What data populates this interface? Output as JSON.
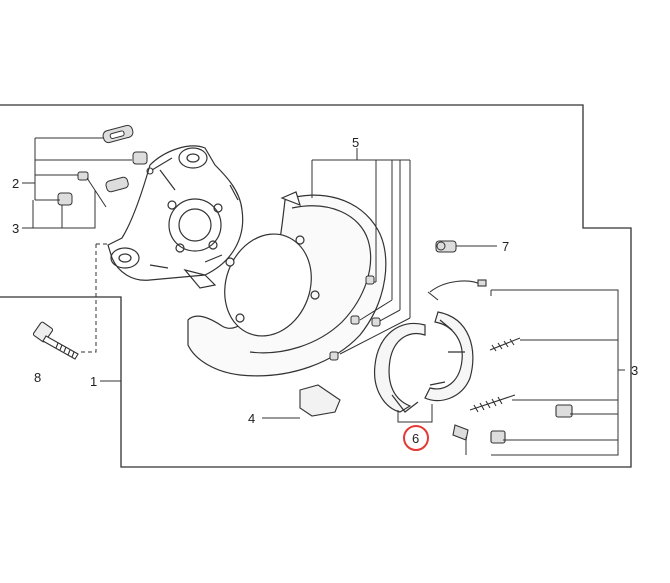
{
  "callouts": {
    "c1": "1",
    "c2": "2",
    "c3_left": "3",
    "c3_right": "3",
    "c4": "4",
    "c5": "5",
    "c6": "6",
    "c7": "7",
    "c8": "8"
  },
  "highlight": {
    "target": "c6",
    "color": "#e53935"
  },
  "line_color": "#333333"
}
